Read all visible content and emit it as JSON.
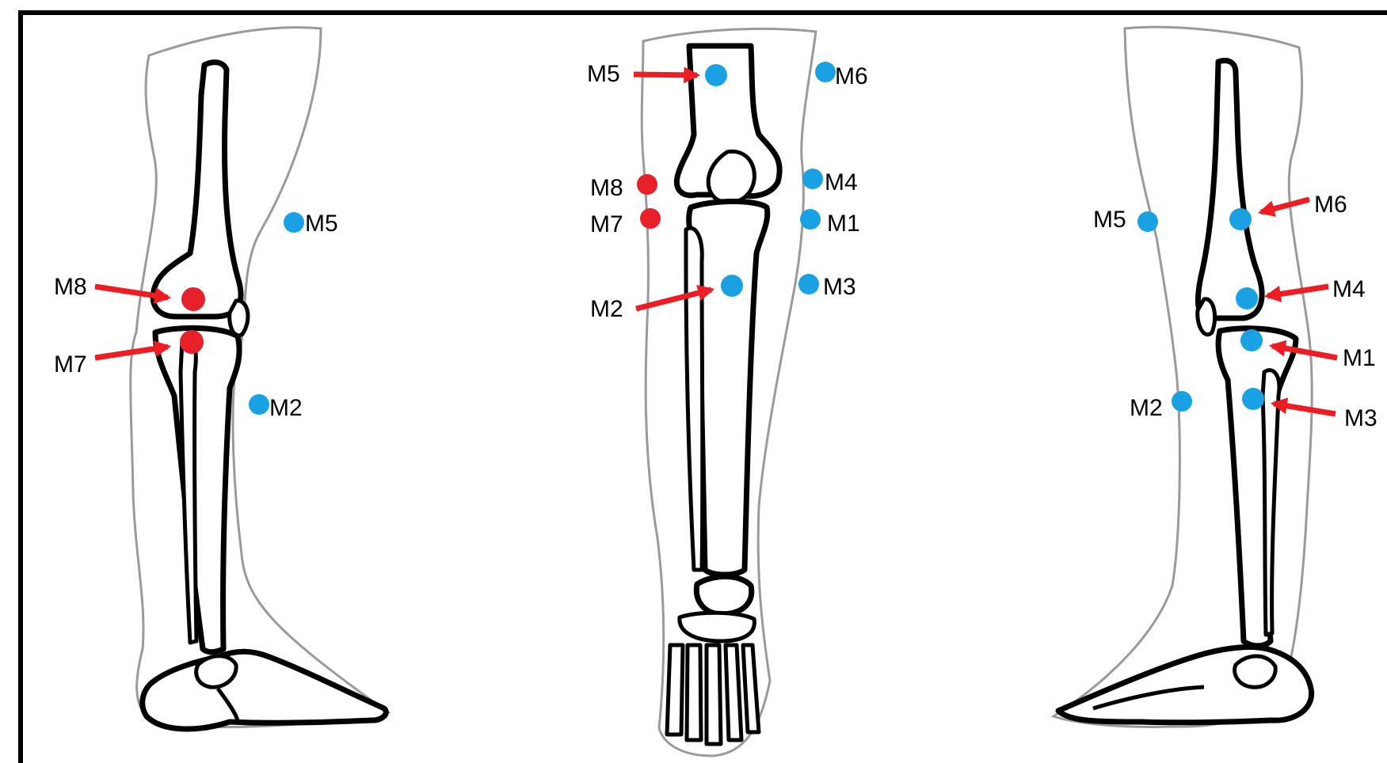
{
  "colors": {
    "marker_blue": "#1aa1e3",
    "marker_red": "#e8202a",
    "arrow_red": "#ee1c23",
    "outline": "#000000",
    "skin": "#9a9a9a"
  },
  "views": {
    "left": {
      "markers": [
        {
          "label": "M5",
          "color": "blue"
        },
        {
          "label": "M8",
          "color": "red"
        },
        {
          "label": "M7",
          "color": "red"
        },
        {
          "label": "M2",
          "color": "blue"
        }
      ]
    },
    "middle": {
      "markers": [
        {
          "label": "M5",
          "color": "blue"
        },
        {
          "label": "M6",
          "color": "blue"
        },
        {
          "label": "M8",
          "color": "red"
        },
        {
          "label": "M4",
          "color": "blue"
        },
        {
          "label": "M7",
          "color": "red"
        },
        {
          "label": "M1",
          "color": "blue"
        },
        {
          "label": "M2",
          "color": "blue"
        },
        {
          "label": "M3",
          "color": "blue"
        }
      ]
    },
    "right": {
      "markers": [
        {
          "label": "M5",
          "color": "blue"
        },
        {
          "label": "M6",
          "color": "blue"
        },
        {
          "label": "M4",
          "color": "blue"
        },
        {
          "label": "M1",
          "color": "blue"
        },
        {
          "label": "M2",
          "color": "blue"
        },
        {
          "label": "M3",
          "color": "blue"
        }
      ]
    }
  }
}
